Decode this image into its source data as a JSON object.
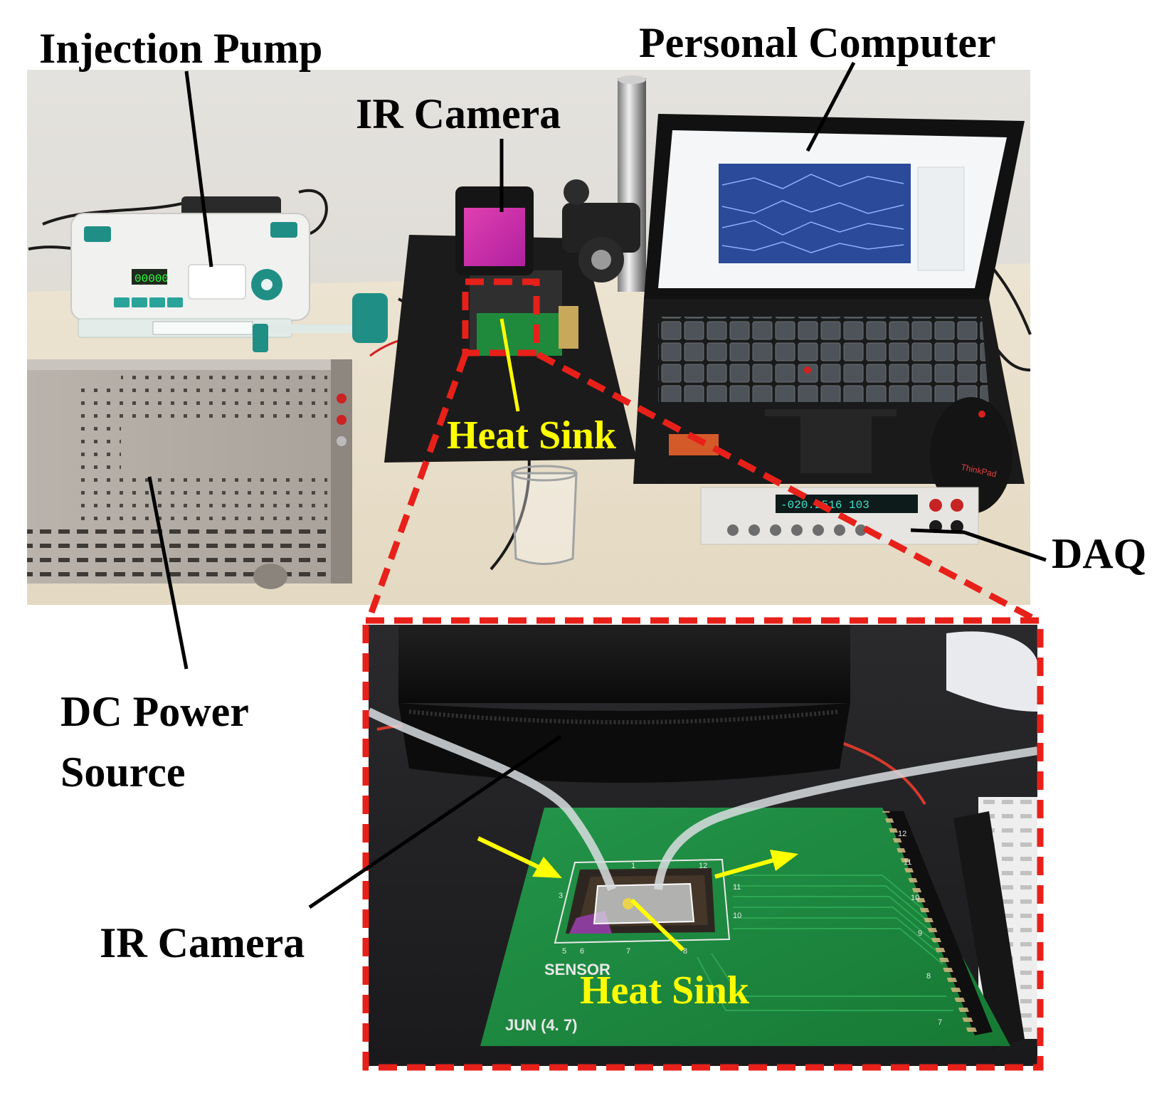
{
  "labels": {
    "injection_pump": "Injection Pump",
    "personal_computer": "Personal Computer",
    "ir_camera_top": "IR Camera",
    "heat_sink_top": "Heat Sink",
    "daq": "DAQ",
    "dc_power_source_line1": "DC Power",
    "dc_power_source_line2": "Source",
    "ir_camera_bottom": "IR Camera",
    "heat_sink_bottom": "Heat Sink"
  },
  "photo_text": {
    "pump_display": "00000",
    "pcb_sensor": "SENSOR",
    "pcb_date": "JUN (4. 7)",
    "laptop_brand": "ThinkPad",
    "daq_display": "-020.2516 103"
  },
  "colors": {
    "zoom_box": "#e8201a",
    "highlight_text": "#ffff00",
    "pointer_yellow": "#ffff00",
    "label_text": "#000000",
    "pcb_green": "#1f8a3c"
  }
}
